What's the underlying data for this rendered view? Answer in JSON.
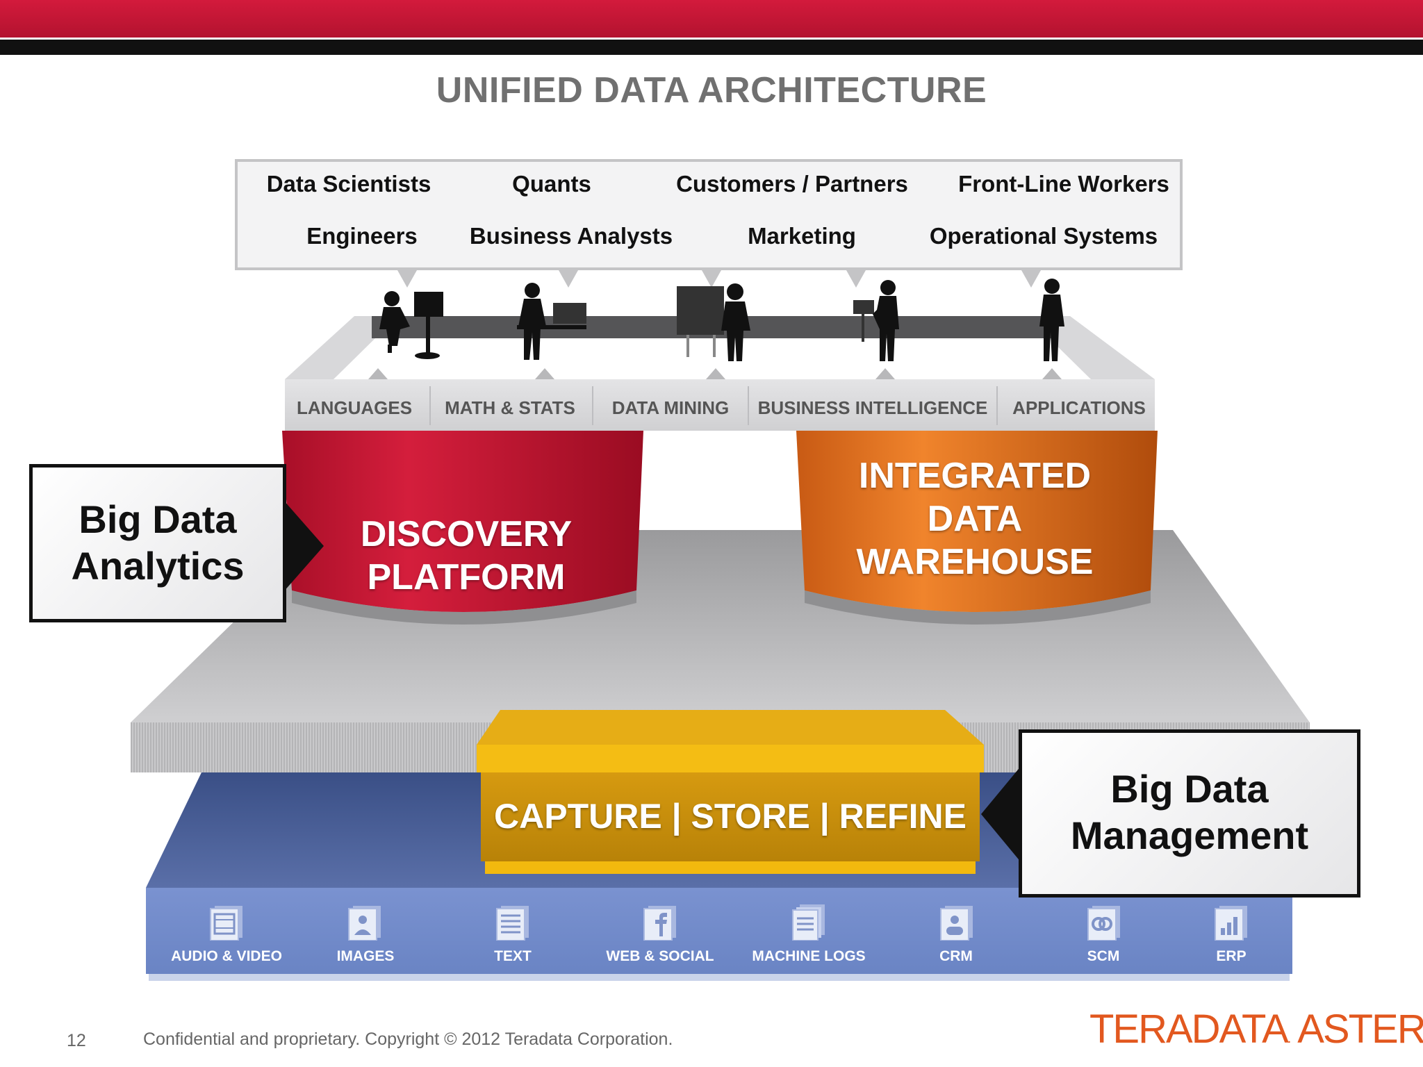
{
  "slide": {
    "title": "UNIFIED DATA ARCHITECTURE",
    "page_number": "12",
    "footer": "Confidential and proprietary. Copyright © 2012 Teradata Corporation.",
    "brand_left": "TERADATA",
    "brand_right": "ASTER",
    "brand_color": "#e2581f",
    "accent_red": "#c8102e"
  },
  "users": [
    {
      "label": "Data Scientists"
    },
    {
      "label": "Quants"
    },
    {
      "label": "Customers / Partners"
    },
    {
      "label": "Front-Line Workers"
    },
    {
      "label": "Engineers"
    },
    {
      "label": "Business Analysts"
    },
    {
      "label": "Marketing"
    },
    {
      "label": "Operational Systems"
    }
  ],
  "tools": [
    {
      "label": "LANGUAGES"
    },
    {
      "label": "MATH & STATS"
    },
    {
      "label": "DATA MINING"
    },
    {
      "label": "BUSINESS INTELLIGENCE"
    },
    {
      "label": "APPLICATIONS"
    }
  ],
  "platforms": {
    "discovery": {
      "line1": "DISCOVERY",
      "line2": "PLATFORM"
    },
    "warehouse": {
      "line1": "INTEGRATED",
      "line2": "DATA",
      "line3": "WAREHOUSE"
    },
    "capture": "CAPTURE | STORE | REFINE"
  },
  "callouts": {
    "analytics": {
      "line1": "Big Data",
      "line2": "Analytics"
    },
    "management": {
      "line1": "Big Data",
      "line2": "Management"
    }
  },
  "sources": [
    {
      "label": "AUDIO & VIDEO",
      "icon": "film-icon"
    },
    {
      "label": "IMAGES",
      "icon": "image-icon"
    },
    {
      "label": "TEXT",
      "icon": "text-icon"
    },
    {
      "label": "WEB & SOCIAL",
      "icon": "facebook-icon"
    },
    {
      "label": "MACHINE LOGS",
      "icon": "logs-icon"
    },
    {
      "label": "CRM",
      "icon": "crm-icon"
    },
    {
      "label": "SCM",
      "icon": "scm-icon"
    },
    {
      "label": "ERP",
      "icon": "erp-icon"
    }
  ]
}
